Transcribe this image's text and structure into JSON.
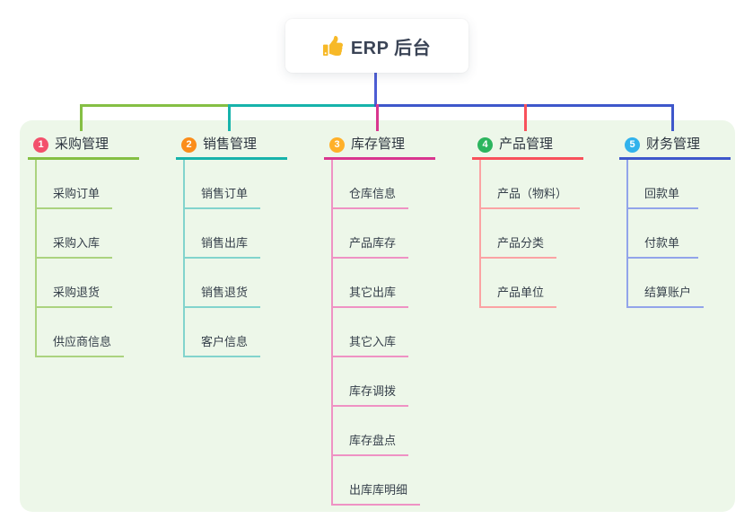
{
  "root": {
    "icon": "thumbs-up-icon",
    "label": "ERP 后台"
  },
  "colors": {
    "root_connector": "#4d5dd4",
    "panel_background": "#edf7e9",
    "card_background": "#ffffff",
    "thumb_icon": "#f7b928"
  },
  "branches": [
    {
      "badge_num": "1",
      "label": "采购管理",
      "line_color": "#85bf44",
      "light_color": "#abd37f",
      "badge_color": "#f3506c",
      "children": [
        "采购订单",
        "采购入库",
        "采购退货",
        "供应商信息"
      ]
    },
    {
      "badge_num": "2",
      "label": "销售管理",
      "line_color": "#17b3ab",
      "light_color": "#82d4cd",
      "badge_color": "#fb8d1a",
      "children": [
        "销售订单",
        "销售出库",
        "销售退货",
        "客户信息"
      ]
    },
    {
      "badge_num": "3",
      "label": "库存管理",
      "line_color": "#d9368f",
      "light_color": "#ef92c4",
      "badge_color": "#ffb029",
      "children": [
        "仓库信息",
        "产品库存",
        "其它出库",
        "其它入库",
        "库存调拨",
        "库存盘点",
        "出库库明细"
      ]
    },
    {
      "badge_num": "4",
      "label": "产品管理",
      "line_color": "#f8515b",
      "light_color": "#fba3a4",
      "badge_color": "#2cb55e",
      "children": [
        "产品（物料）",
        "产品分类",
        "产品单位"
      ]
    },
    {
      "badge_num": "5",
      "label": "财务管理",
      "line_color": "#3e57cb",
      "light_color": "#92a4ea",
      "badge_color": "#31b2ec",
      "children": [
        "回款单",
        "付款单",
        "结算账户"
      ]
    }
  ]
}
